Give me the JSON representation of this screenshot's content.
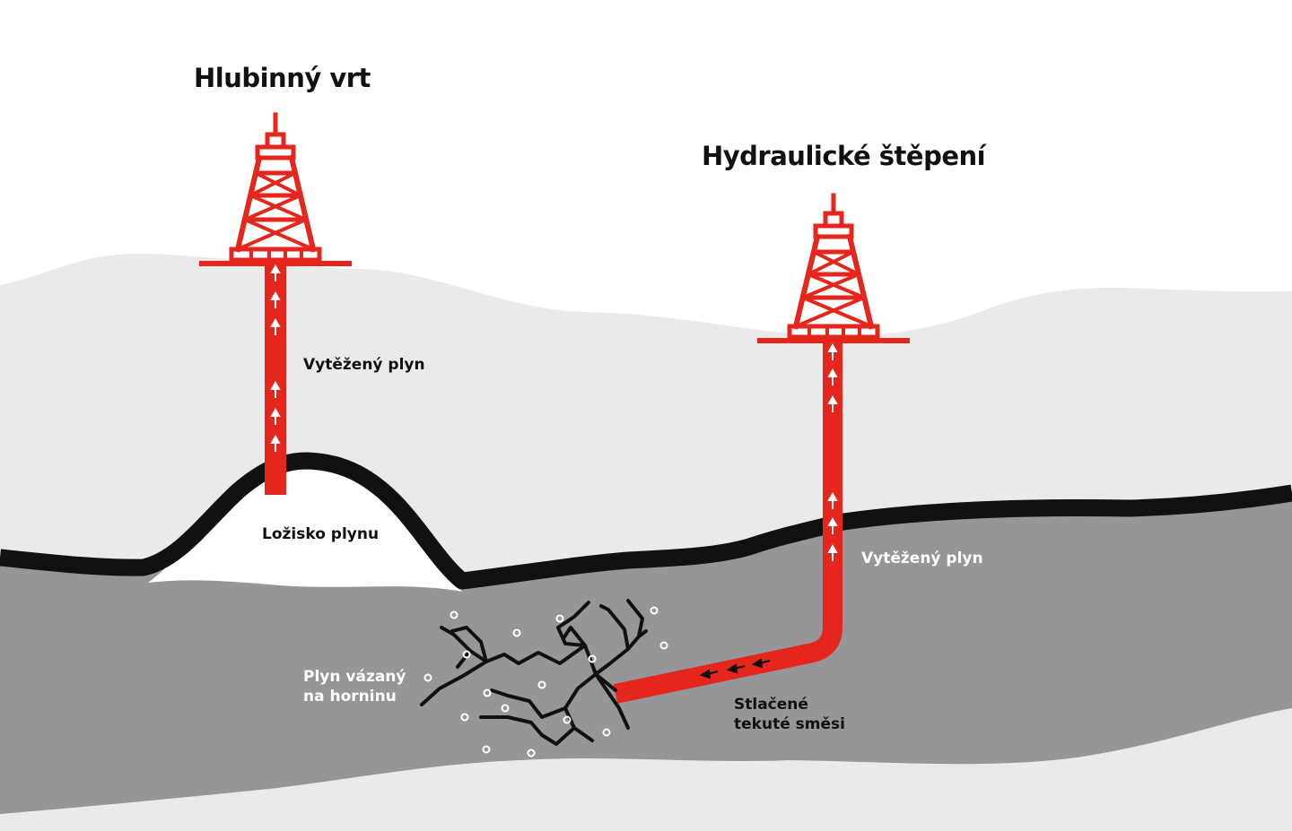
{
  "titles": {
    "deep_well": "Hlubinný vrt",
    "fracking": "Hydraulické štěpení"
  },
  "labels": {
    "extracted_gas_left": "Vytěžený plyn",
    "gas_deposit": "Ložisko plynu",
    "extracted_gas_right": "Vytěžený plyn",
    "rock_bound_gas_line1": "Plyn vázaný",
    "rock_bound_gas_line2": "na horninu",
    "pressurized_fluid_line1": "Stlačené",
    "pressurized_fluid_line2": "tekuté směsi"
  },
  "colors": {
    "background": "#ffffff",
    "upper_ground": "#ebeaea",
    "shale_layer": "#969597",
    "seal_layer": "#111111",
    "rig": "#e5261c"
  }
}
